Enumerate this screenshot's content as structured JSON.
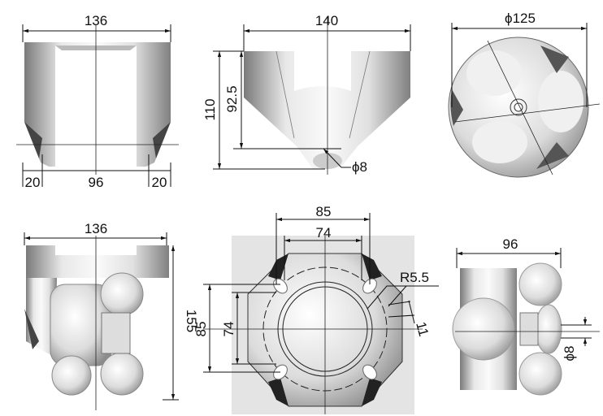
{
  "views": {
    "front_top": {
      "width": "136",
      "left_offset": "20",
      "center_span": "96",
      "right_offset": "20"
    },
    "side_top": {
      "width": "140",
      "height": "110",
      "height_inner": "92.5",
      "shaft_diameter": "ϕ8"
    },
    "top_view": {
      "diameter": "ϕ125"
    },
    "front_bottom": {
      "width": "136",
      "height": "155"
    },
    "plan_view": {
      "outer_span_h": "85",
      "inner_span_h": "74",
      "outer_span_v": "85",
      "inner_span_v": "74",
      "radius": "R5.5",
      "slot_width": "11"
    },
    "side_bottom": {
      "width": "96",
      "shaft_diameter": "ϕ8"
    }
  },
  "colors": {
    "body_light": "#f4f4f4",
    "body_mid": "#b5b5b5",
    "body_dark": "#4a4a4a",
    "line": "#111111"
  }
}
